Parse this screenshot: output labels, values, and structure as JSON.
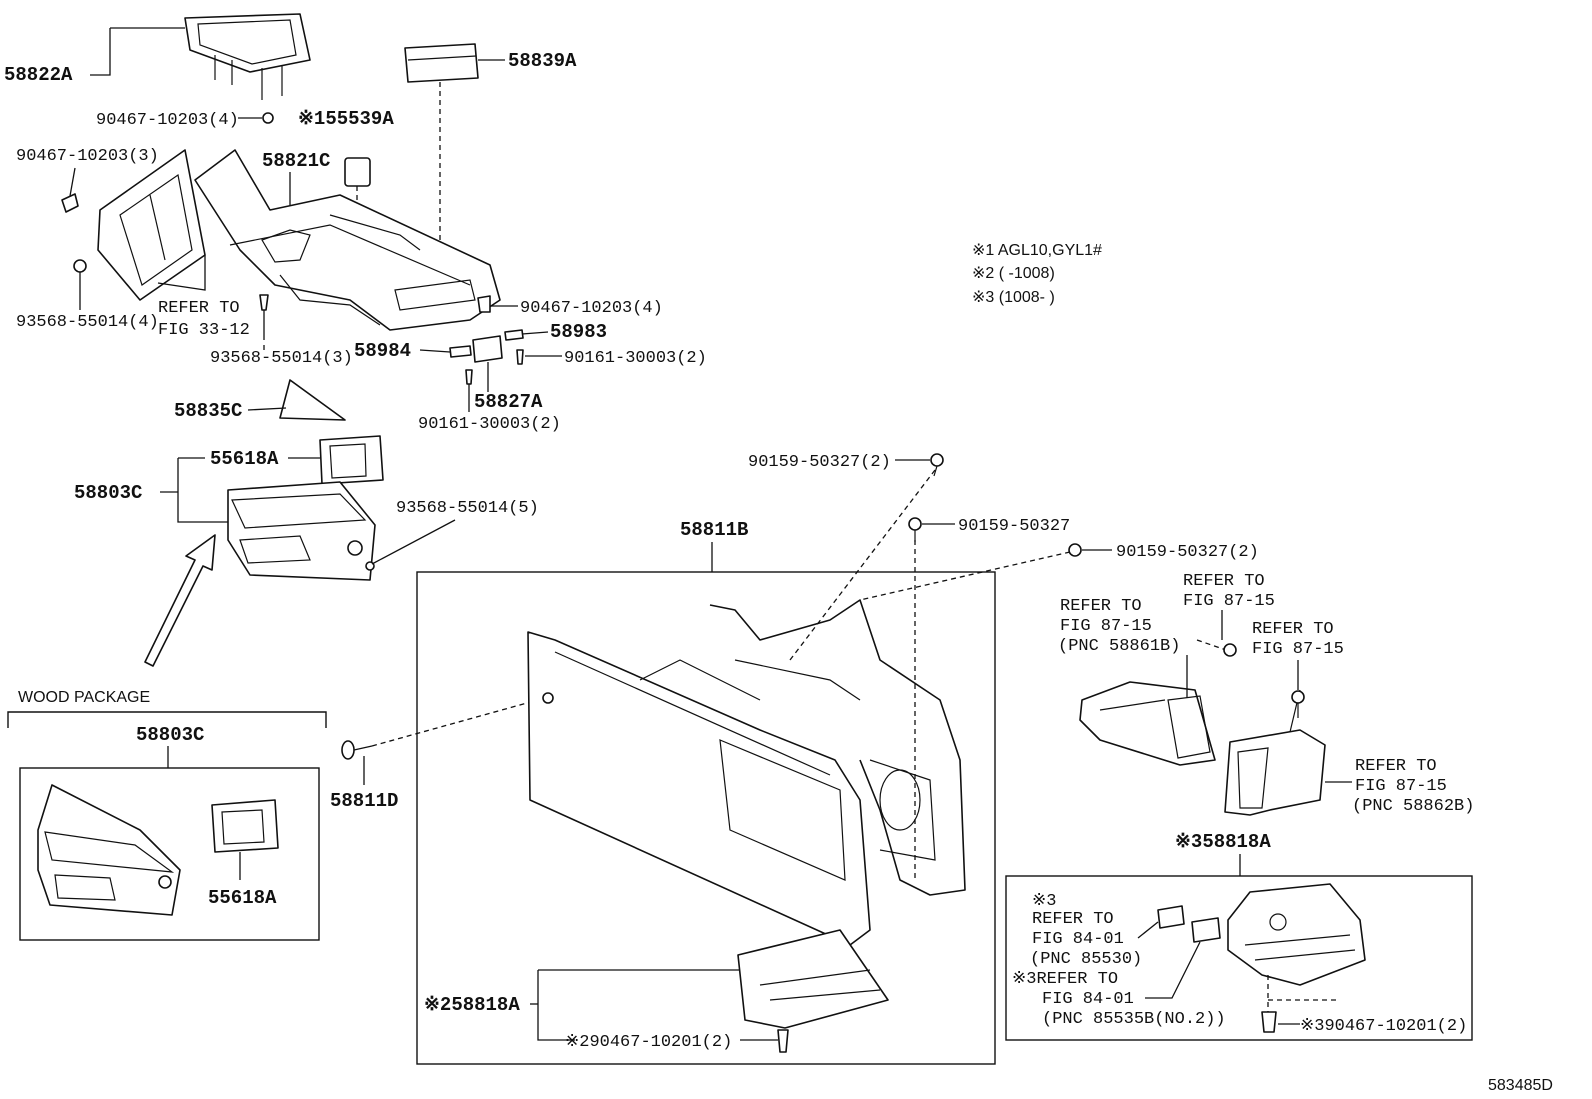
{
  "notes": {
    "n1": "※1 AGL10,GYL1#",
    "n2": "※2 (    -1008)",
    "n3": "※3 (1008-    )"
  },
  "labels": {
    "p58822A": "58822A",
    "p90467_10203_4a": "90467-10203(4)",
    "p155539A": "※155539A",
    "p58839A": "58839A",
    "p90467_10203_3": "90467-10203(3)",
    "p58821C": "58821C",
    "p93568_55014_4": "93568-55014(4)",
    "refer_33_1": "REFER TO",
    "refer_33_2": "FIG 33-12",
    "p90467_10203_4b": "90467-10203(4)",
    "p58983": "58983",
    "p93568_55014_3": "93568-55014(3)",
    "p58984": "58984",
    "p90161_30003_2a": "90161-30003(2)",
    "p58827A": "58827A",
    "p90161_30003_2b": "90161-30003(2)",
    "p58835C": "58835C",
    "p55618A": "55618A",
    "p58803C": "58803C",
    "p93568_55014_5": "93568-55014(5)",
    "wood_package": "WOOD PACKAGE",
    "p58803C_wood": "58803C",
    "p55618A_wood": "55618A",
    "p58811D": "58811D",
    "p58811B": "58811B",
    "p90159_50327_2a": "90159-50327(2)",
    "p90159_50327": "90159-50327",
    "p90159_50327_2b": "90159-50327(2)",
    "p58818A_2": "※258818A",
    "p90467_10201_2a": "※290467-10201(2)",
    "refer_87_a1": "REFER TO",
    "refer_87_a2": "FIG 87-15",
    "refer_87_a3": "(PNC 58861B)",
    "refer_87_b1": "REFER TO",
    "refer_87_b2": "FIG 87-15",
    "refer_87_c1": "REFER TO",
    "refer_87_c2": "FIG 87-15",
    "refer_87_d1": "REFER TO",
    "refer_87_d2": "FIG 87-15",
    "refer_87_d3": "(PNC 58862B)",
    "p58818A_3": "※358818A",
    "refer_84_a0": "※3",
    "refer_84_a1": "REFER TO",
    "refer_84_a2": "FIG 84-01",
    "refer_84_a3": "(PNC 85530)",
    "refer_84_b1": "※3REFER TO",
    "refer_84_b2": "FIG 84-01",
    "refer_84_b3": "(PNC 85535B(NO.2))",
    "p90467_10201_2b": "※390467-10201(2)",
    "fig_code": "583485D"
  }
}
